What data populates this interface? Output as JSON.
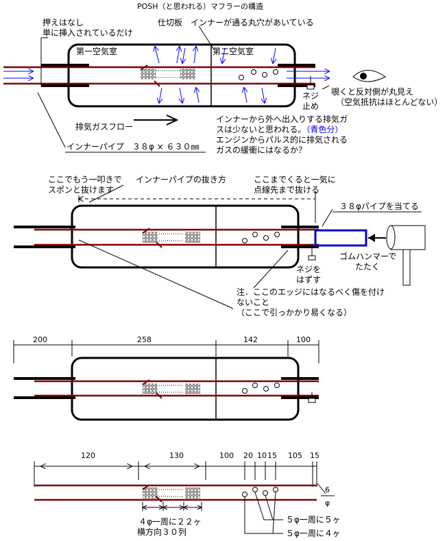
{
  "title": "POSH（と思われる）マフラーの構造",
  "structure": {
    "note_line1": "押えはなし",
    "note_line2": "単に挿入されているだけ",
    "partition_note": "仕切板　インナーが通る丸穴があいている",
    "chamber1": "第一空気室",
    "chamber2": "第二空気室",
    "peek_line1": "覗くと反対側が丸見え",
    "peek_line2": "（空気抵抗はほとんどない）",
    "screw_line1": "ネジ",
    "screw_line2": "止め",
    "flow_label": "排気ガスフロー",
    "gas_line1": "インナーから外へ出入りする排気ガ",
    "gas_line2": "スは少ないと思われる。",
    "gas_line2_blue": "（青色分）",
    "gas_line3": "エンジンからパルス的に排気される",
    "gas_line4": "ガスの緩衝にはなるか？",
    "inner_pipe": "インナーパイプ　３８φ × ６３０㎜"
  },
  "removal": {
    "left_line1": "ここでもう一叩きで",
    "left_line2": "スポンと抜けます",
    "title": "インナーパイプの抜き方",
    "right_line1": "ここまでくると一気に",
    "right_line2": "点線先まで抜ける",
    "pipe_label": "３８φパイプを当てる",
    "hammer_line1": "ゴムハンマーで",
    "hammer_line2": "たたく",
    "screw_line1": "ネジを",
    "screw_line2": "はずす",
    "note_line1": "注．ここのエッジにはなるべく傷を付け",
    "note_line2": "ないこと",
    "note_line3": "（ここで引っかかり易くなる）"
  },
  "dimensions": {
    "d1": "200",
    "d2": "258",
    "d3": "142",
    "d4": "100"
  },
  "pipe_detail": {
    "d1": "120",
    "d2": "130",
    "d3": "100",
    "d4": "20",
    "d5": "10",
    "d6": "15",
    "d7": "105",
    "d8": "15",
    "dia_num": "6",
    "dia_sym": "φ",
    "small_holes_line1": "４φ一周に２２ヶ",
    "small_holes_line2": "横方向３０列",
    "holes5": "５φ一周に５ヶ",
    "holes4": "５φ一周に４ヶ"
  },
  "colors": {
    "pipe": "#800000",
    "flow_arrow": "#0000ff",
    "pipe_outline": "#0000cc"
  }
}
